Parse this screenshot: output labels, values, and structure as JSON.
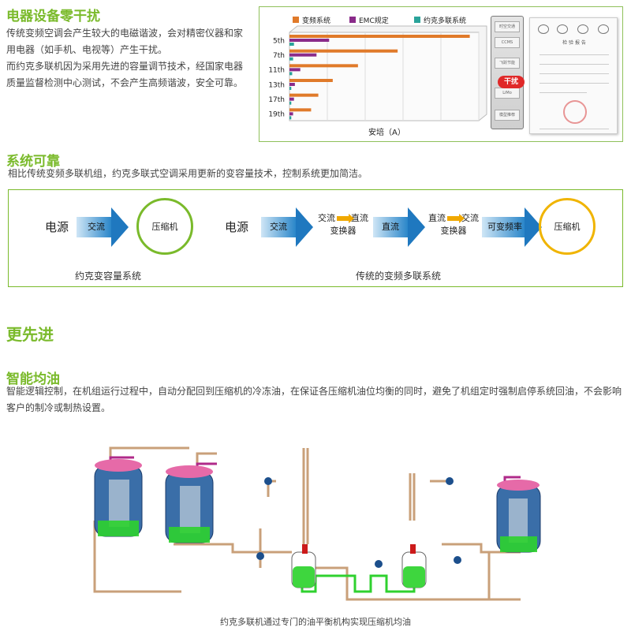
{
  "sec1": {
    "title": "电器设备零干扰",
    "para1": "传统变频空调会产生较大的电磁谐波，会对精密仪器和家用电器（如手机、电视等）产生干扰。",
    "para2": "而约克多联机因为采用先进的容量调节技术，经国家电器质量监督检测中心测试，不会产生高频谐波，安全可靠。"
  },
  "chart_data": {
    "type": "bar",
    "orientation": "horizontal",
    "categories": [
      "5th",
      "7th",
      "11th",
      "13th",
      "17th",
      "19th"
    ],
    "series": [
      {
        "name": "变频系统",
        "color": "#e07a2a",
        "values": [
          10.0,
          6.0,
          3.8,
          2.4,
          1.6,
          1.2
        ]
      },
      {
        "name": "EMC规定",
        "color": "#8a2b8a",
        "values": [
          2.2,
          1.5,
          0.6,
          0.3,
          0.25,
          0.2
        ]
      },
      {
        "name": "约克多联系统",
        "color": "#2aa39a",
        "values": [
          0.25,
          0.2,
          0.15,
          0.1,
          0.1,
          0.1
        ]
      }
    ],
    "xlabel": "安培（A）",
    "xlim": [
      0,
      10.5
    ],
    "legend": "top",
    "grid": true
  },
  "cert": {
    "badge": "干扰",
    "buttons": [
      "时空交通",
      "CCMS",
      "飞跃节能",
      "LiMo",
      "模型推荐"
    ],
    "doc_title": "检 验 报 告"
  },
  "sec2": {
    "title": "系统可靠",
    "text": "相比传统变频多联机组，约克多联式空调采用更新的变容量技术，控制系统更加简洁。",
    "flow_a": {
      "source": "电源",
      "arrow1": "交流",
      "target": "压缩机",
      "caption": "约克变容量系统"
    },
    "flow_b": {
      "source": "电源",
      "arrow1": "交流",
      "conv1_a": "交流",
      "conv1_b": "直流",
      "conv1_c": "变换器",
      "arrow2": "直流",
      "conv2_a": "直流",
      "conv2_b": "交流",
      "conv2_c": "变换器",
      "arrow3": "可变频率",
      "target": "压缩机",
      "caption": "传统的变频多联系统"
    },
    "colors": {
      "green_circle": "#7aba2b",
      "yellow_circle": "#f0b400",
      "arrow_blue": "#1f78bf"
    }
  },
  "sec3": {
    "title": "更先进"
  },
  "sec4": {
    "title": "智能均油",
    "text": "智能逻辑控制，在机组运行过程中，自动分配回到压缩机的冷冻油，在保证各压缩机油位均衡的同时，避免了机组定时强制启停系统回油，不会影响客户的制冷或制热设置。",
    "caption": "约克多联机通过专门的油平衡机构实现压缩机均油"
  }
}
